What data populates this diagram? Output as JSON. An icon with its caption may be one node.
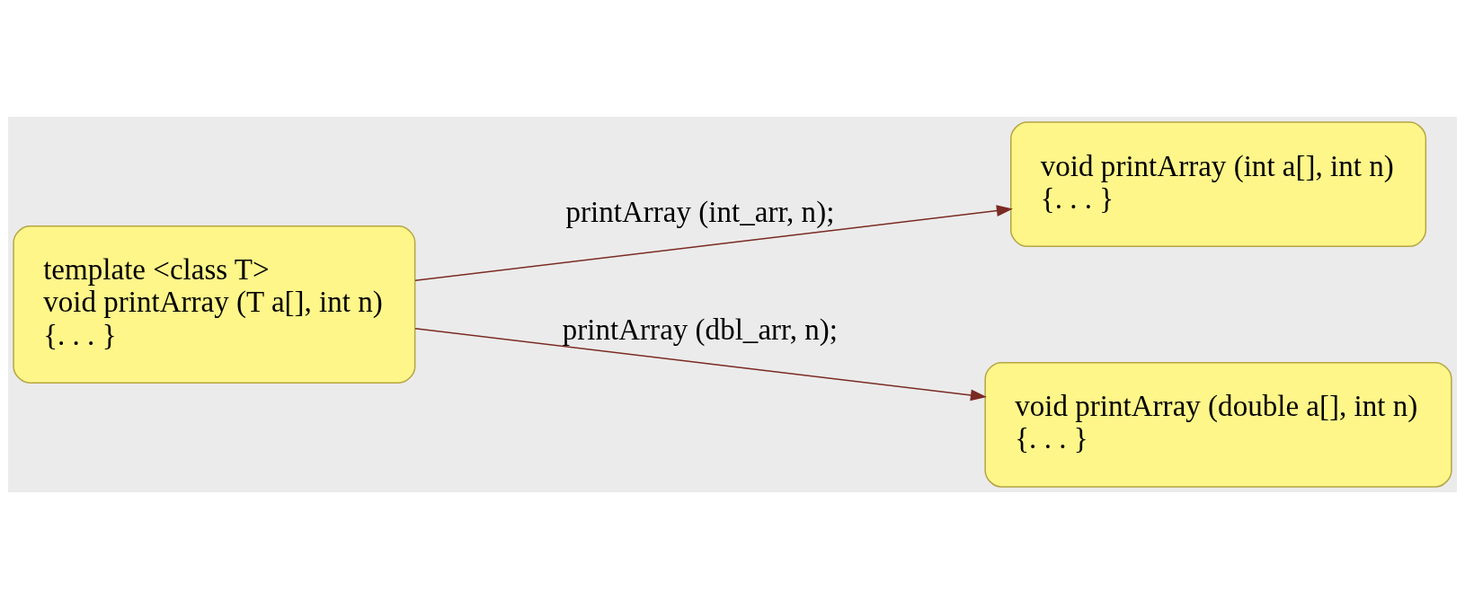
{
  "diagram": {
    "nodes": [
      {
        "text": [
          "template <class T>",
          "void printArray (T a[], int n)",
          "{. . . }"
        ]
      },
      {
        "text": [
          "void printArray (int a[], int n)",
          "{. . . }"
        ]
      },
      {
        "text": [
          "void printArray (double a[], int n)",
          "{. . . }"
        ]
      }
    ],
    "edges": [
      {
        "from": 0,
        "to": 1,
        "arrow": "to",
        "label": "printArray (int_arr, n);"
      },
      {
        "from": 0,
        "to": 2,
        "arrow": "to",
        "label": "printArray (dbl_arr, n);"
      }
    ]
  }
}
